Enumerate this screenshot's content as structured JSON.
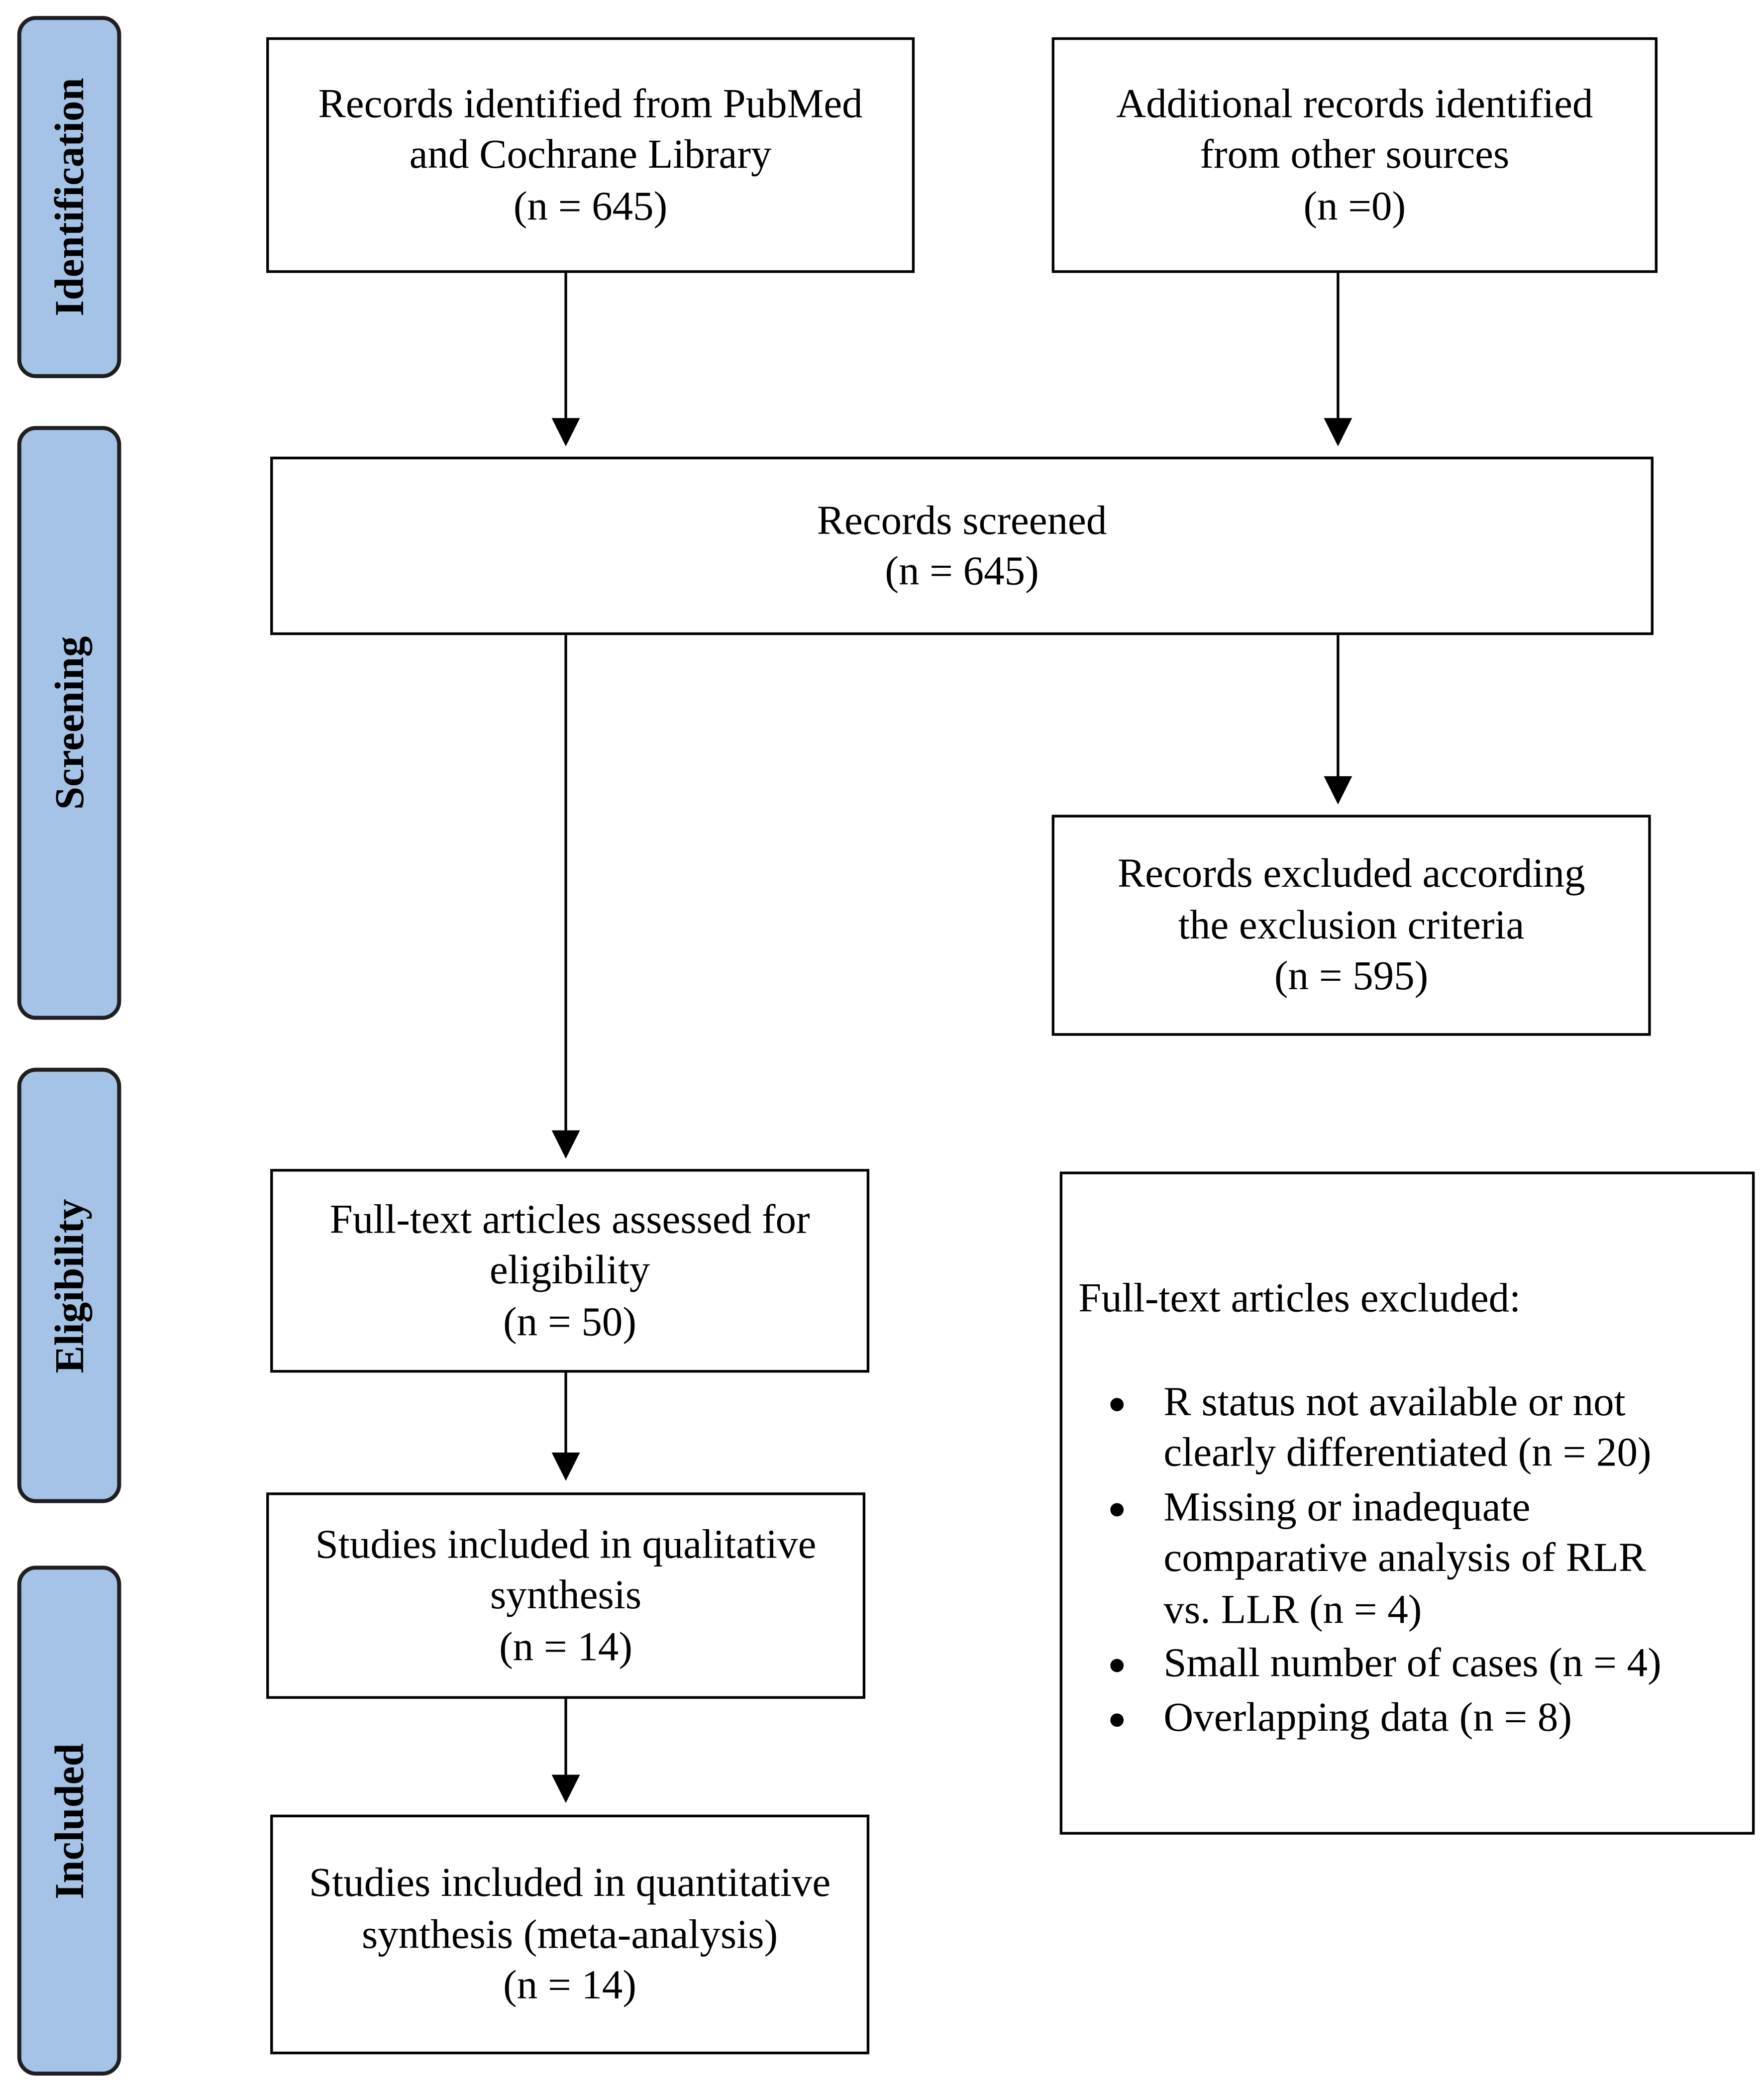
{
  "phases": {
    "identification": "Identification",
    "screening": "Screening",
    "eligibility": "Eligibility",
    "included": "Included"
  },
  "boxes": {
    "pubmed": {
      "line1": "Records identified from PubMed",
      "line2": "and Cochrane Library",
      "count": "(n = 645)"
    },
    "other": {
      "line1": "Additional records identified",
      "line2": "from other sources",
      "count": "(n =0)"
    },
    "screened": {
      "line1": "Records screened",
      "count": "(n = 645)"
    },
    "excluded": {
      "line1": "Records excluded according",
      "line2": "the exclusion criteria",
      "count": "(n = 595)"
    },
    "fulltext": {
      "line1": "Full-text articles assessed for",
      "line2": "eligibility",
      "count": "(n = 50)"
    },
    "qualitative": {
      "line1": "Studies included in qualitative",
      "line2": "synthesis",
      "count": "(n = 14)"
    },
    "quantitative": {
      "line1": "Studies included in quantitative",
      "line2": "synthesis (meta-analysis)",
      "count": "(n = 14)"
    }
  },
  "fulltext_excluded": {
    "heading": "Full-text articles excluded:",
    "items": [
      {
        "line1": "R status not available or not",
        "line2": "clearly differentiated (n = 20)"
      },
      {
        "line1": "Missing or inadequate",
        "line2": "comparative analysis of RLR",
        "line3": "vs. LLR (n = 4)"
      },
      {
        "line1": "Small number of cases (n = 4)"
      },
      {
        "line1": "Overlapping data (n = 8)"
      }
    ]
  },
  "colors": {
    "phase_fill": "#a4c3e6",
    "phase_border": "#1f1f1f",
    "line": "#000000"
  }
}
